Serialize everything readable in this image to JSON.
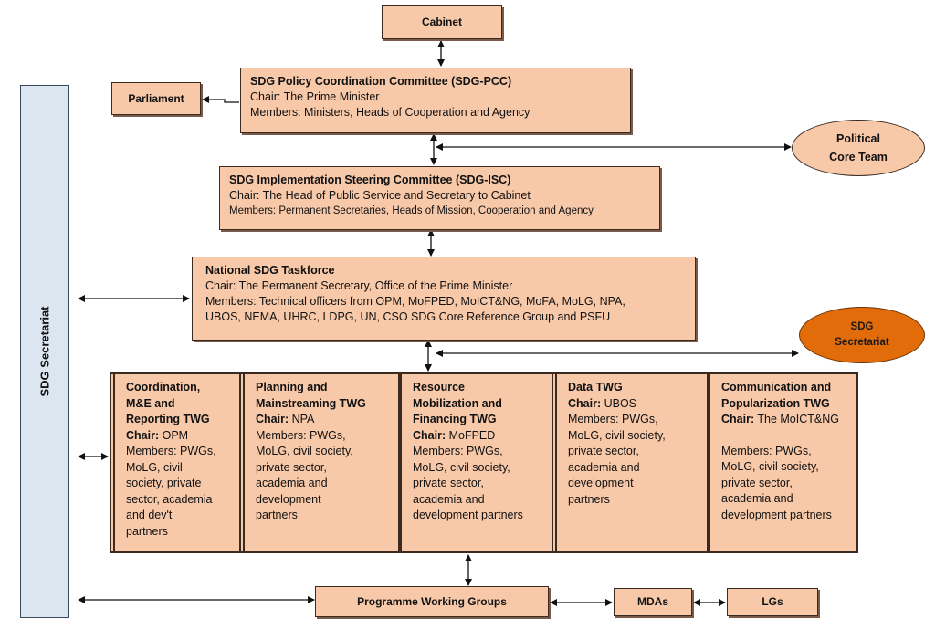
{
  "cabinet": "Cabinet",
  "parliament": "Parliament",
  "pcc": {
    "title": "SDG Policy Coordination Committee (SDG-PCC)",
    "chair": "Chair: The Prime Minister",
    "members": "Members: Ministers, Heads of Cooperation and Agency"
  },
  "isc": {
    "title": "SDG Implementation Steering Committee (SDG-ISC)",
    "chair": "Chair: The Head of Public Service and Secretary to Cabinet",
    "members": "Members: Permanent Secretaries, Heads of Mission, Cooperation and Agency"
  },
  "taskforce": {
    "title": "National SDG Taskforce",
    "chair": "Chair: The Permanent Secretary, Office of the Prime Minister",
    "members_1": "Members: Technical officers from OPM, MoFPED, MoICT&NG, MoFA, MoLG, NPA,",
    "members_2": "UBOS, NEMA, UHRC, LDPG, UN, CSO SDG Core Reference Group and PSFU"
  },
  "political_core_team": [
    "Political",
    "Core Team"
  ],
  "sdg_secretariat_ellipse": [
    "SDG",
    "Secretariat"
  ],
  "sdg_secretariat_bar": "SDG Secretariat",
  "twgs": [
    {
      "title": [
        "Coordination,",
        "M&E and",
        "Reporting TWG"
      ],
      "chair_label": "Chair:",
      "chair": " OPM",
      "members": [
        "Members: PWGs,",
        "MoLG, civil",
        "society, private",
        "sector, academia",
        "and dev't",
        "partners"
      ]
    },
    {
      "title": [
        "Planning and",
        "Mainstreaming TWG"
      ],
      "chair_label": "Chair:",
      "chair": " NPA",
      "members": [
        "Members: PWGs,",
        "MoLG, civil society,",
        "private sector,",
        "academia and",
        "development",
        "partners"
      ]
    },
    {
      "title": [
        "Resource",
        "Mobilization and",
        "Financing TWG"
      ],
      "chair_label": "Chair:",
      "chair": " MoFPED",
      "members": [
        "Members: PWGs,",
        "MoLG, civil society,",
        "private sector,",
        "academia and",
        "development partners"
      ]
    },
    {
      "title": [
        "Data TWG"
      ],
      "chair_label": "Chair:",
      "chair": " UBOS",
      "members": [
        "Members: PWGs,",
        "MoLG, civil society,",
        "private sector,",
        "academia and",
        "development",
        "partners"
      ]
    },
    {
      "title": [
        "Communication and",
        "Popularization TWG"
      ],
      "chair_label": "Chair:",
      "chair": " The MoICT&NG",
      "members": [
        "",
        "Members: PWGs,",
        "MoLG, civil society,",
        "private sector,",
        "academia and",
        "development partners"
      ]
    }
  ],
  "programme_working_groups": "Programme Working Groups",
  "mdas": "MDAs",
  "lgs": "LGs",
  "colors": {
    "box_fill": "#f8c9a9",
    "ellipse_political": "#f8c9a9",
    "ellipse_secretariat": "#e26b0a",
    "secretariat_bar": "#dce6f0"
  }
}
